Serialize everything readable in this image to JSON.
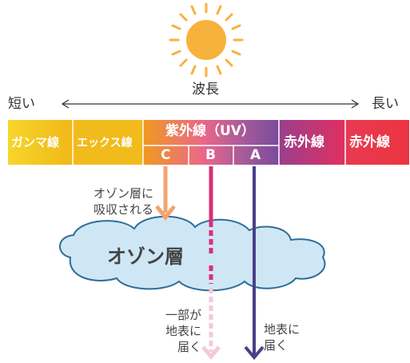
{
  "wavelength": {
    "title": "波長",
    "short_label": "短い",
    "long_label": "長い"
  },
  "bands": {
    "gamma": "ガンマ線",
    "xray": "エックス線",
    "uv": "紫外線（UV）",
    "uv_c": "C",
    "uv_b": "B",
    "uv_a": "A",
    "visible": "赤外線",
    "infrared": "赤外線"
  },
  "ozone": {
    "label": "オゾン層",
    "absorbed_note": "オゾン層に\n吸収される",
    "partial_note": "一部が\n地表に\n届く",
    "reach_note": "地表に\n届く"
  },
  "colors": {
    "sun": "#f7b23c",
    "gamma_band": "#f5c825",
    "xray_band": "#f0b418",
    "uv_c_band": "#ef9226",
    "uv_b_band": "#e8608a",
    "uv_a_band": "#7a4f9a",
    "visible_band": "#cc3d66",
    "infrared_band": "#e83747",
    "cloud": "#cfe6f5",
    "arrow_c": "#f4a46c",
    "arrow_b": "#d8307a",
    "arrow_a": "#4a3f8a"
  }
}
